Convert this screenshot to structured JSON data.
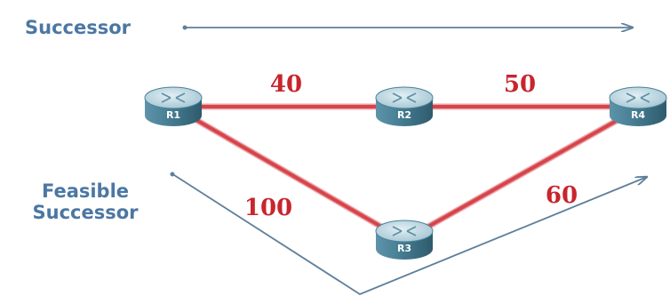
{
  "labels": {
    "successor": "Successor",
    "feasible_line1": "Feasible",
    "feasible_line2": "Successor"
  },
  "routers": {
    "r1": "R1",
    "r2": "R2",
    "r3": "R3",
    "r4": "R4"
  },
  "links": {
    "r1_r2": "40",
    "r2_r4": "50",
    "r1_r3": "100",
    "r3_r4": "60"
  },
  "colors": {
    "label_blue": "#4b77a3",
    "arrow_blue": "#5f7f9a",
    "link_red": "#d9434a",
    "link_outline": "#e8a6ab",
    "metric_red": "#c8252d",
    "router_top": "#b8d4df",
    "router_body": "#3f7387"
  }
}
